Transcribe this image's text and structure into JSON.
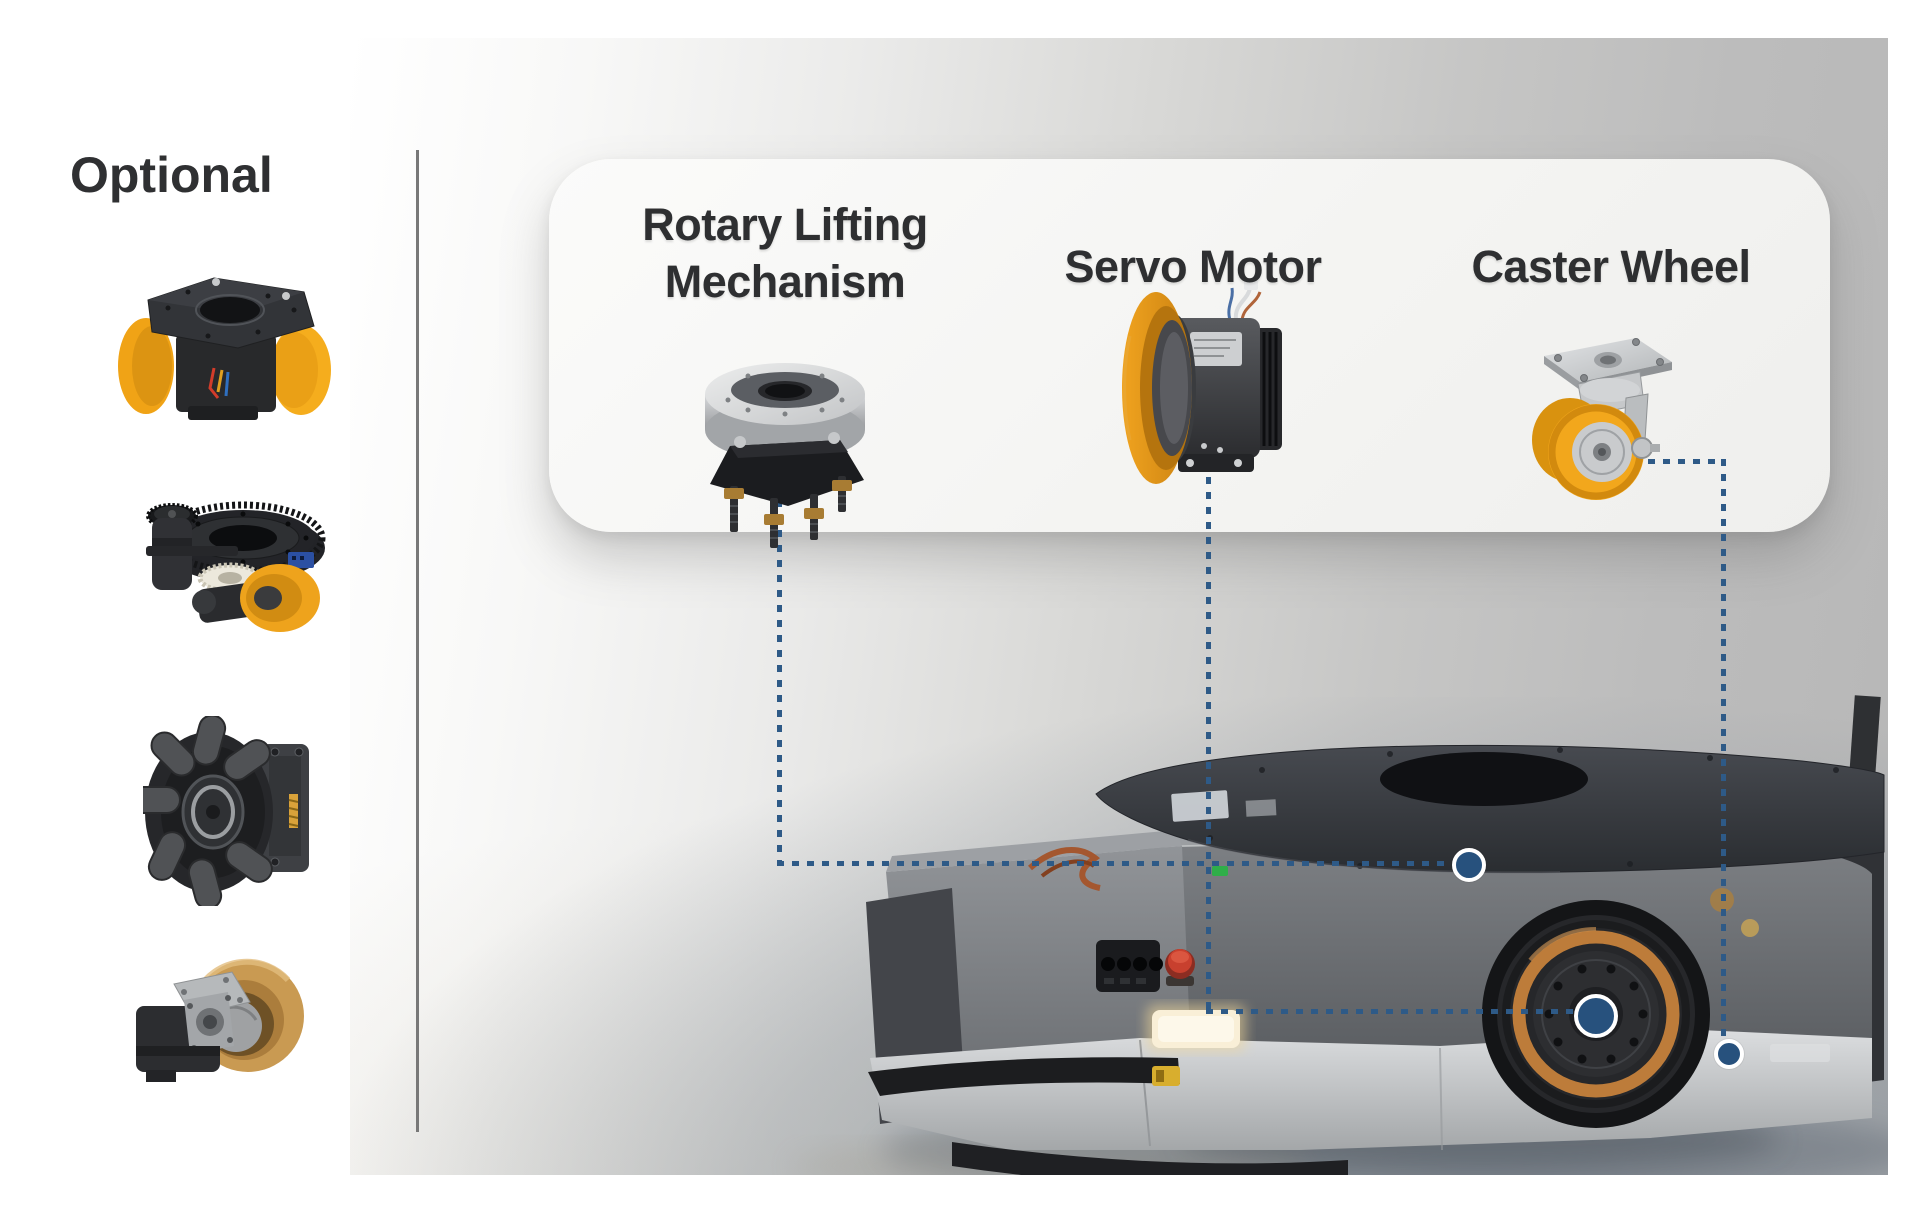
{
  "sidebar": {
    "heading": "Optional",
    "items": [
      {
        "name": "steering-drive-dual-wheel"
      },
      {
        "name": "slewing-ring-drive-unit"
      },
      {
        "name": "mecanum-wheel"
      },
      {
        "name": "wheel-hub-drive-motor"
      }
    ]
  },
  "card": {
    "components": [
      {
        "label": "Rotary Lifting Mechanism"
      },
      {
        "label": "Servo Motor"
      },
      {
        "label": "Caster Wheel"
      }
    ]
  },
  "colors": {
    "connector": "#2e5a87",
    "marker": "#27517d",
    "accent_yellow": "#f0a51a",
    "card_bg": "#f4f4f2",
    "label_text": "#2e2f31"
  }
}
